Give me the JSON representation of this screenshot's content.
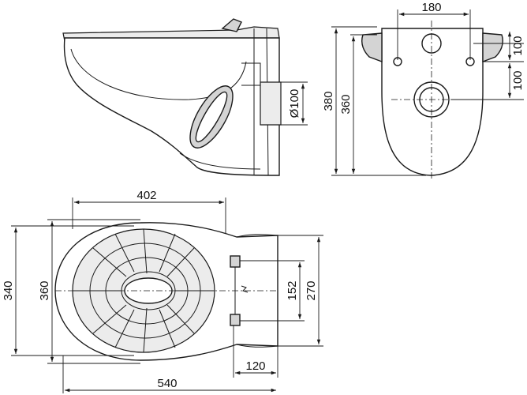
{
  "dimensions": {
    "front_width": "180",
    "front_upper": "100",
    "front_lower": "100",
    "side_outlet_diameter": "Ø100",
    "total_height": "380",
    "bowl_height": "360",
    "top_seat_length": "402",
    "top_outer_width": "340",
    "top_seat_width": "360",
    "top_bolt_spacing": "152",
    "top_rear_width": "270",
    "top_rear_offset": "120",
    "top_total_length": "540"
  },
  "icons": {
    "arrow": "dimension-arrow-icon"
  }
}
